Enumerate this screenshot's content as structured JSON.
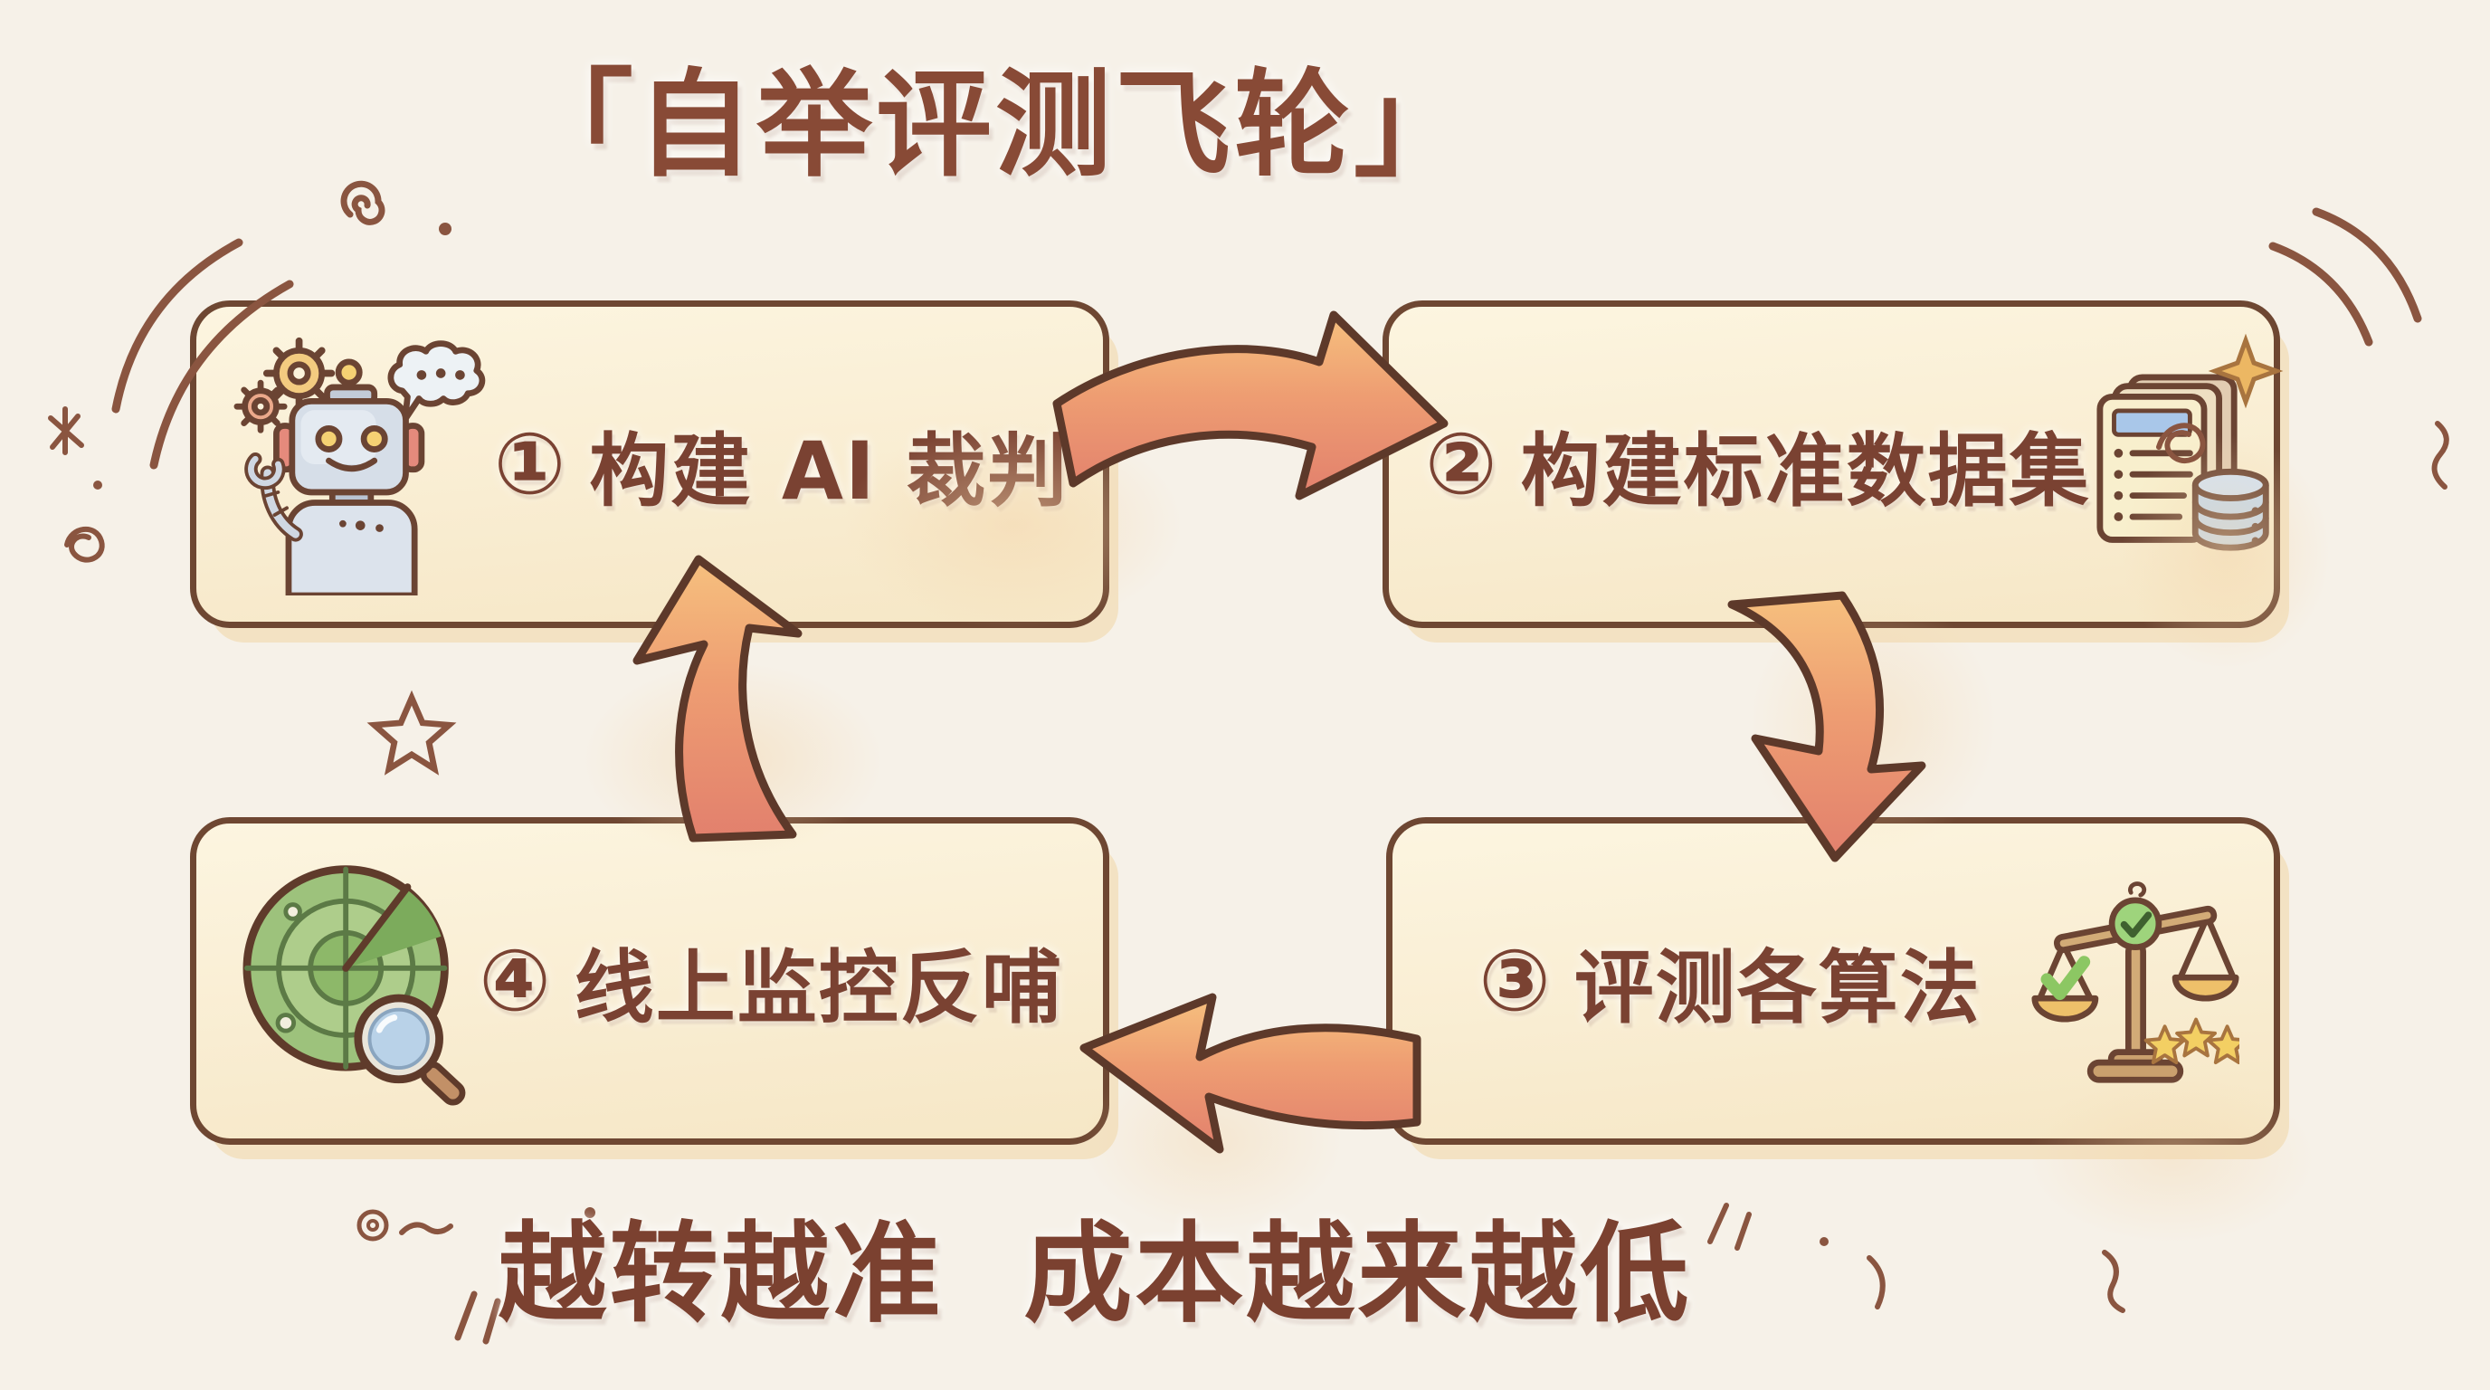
{
  "title": "「自举评测飞轮」",
  "tagline": "越转越准 成本越来越低",
  "steps": [
    {
      "number": "①",
      "label": "构建 AI 裁判",
      "icon": "robot-icon"
    },
    {
      "number": "②",
      "label": "构建标准数据集",
      "icon": "documents-database-icon"
    },
    {
      "number": "③",
      "label": "评测各算法",
      "icon": "balance-scale-icon"
    },
    {
      "number": "④",
      "label": "线上监控反哺",
      "icon": "radar-magnifier-icon"
    }
  ],
  "flow_arrows": [
    {
      "name": "arrow-step1-to-step2",
      "direction": "right"
    },
    {
      "name": "arrow-step2-to-step3",
      "direction": "down"
    },
    {
      "name": "arrow-step3-to-step4",
      "direction": "left"
    },
    {
      "name": "arrow-step4-to-step1",
      "direction": "up"
    }
  ],
  "colors": {
    "background": "#f6f1e8",
    "box_fill": "#f9edd2",
    "box_border": "#6e4732",
    "text_brown": "#7a4232",
    "title_brown": "#884a36",
    "arrow_fill_salmon": "#e2806d",
    "arrow_fill_orange": "#f6c07e",
    "arrow_outline": "#5d392a",
    "radar_green": "#9dc27c",
    "check_green": "#8cc763",
    "star_yellow": "#f3cf63",
    "database_blue": "#c3d8ee"
  }
}
